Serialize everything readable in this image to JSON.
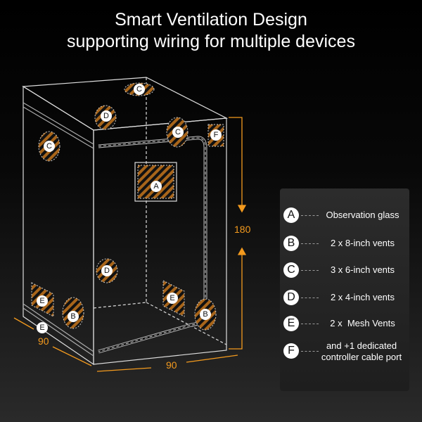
{
  "header": {
    "line1": "Smart Ventilation Design",
    "line2": "supporting wiring for multiple devices"
  },
  "dimensions": {
    "height": "180",
    "depth": "90",
    "width": "90"
  },
  "colors": {
    "accent": "#f39a1e",
    "stripe": "#a8651a"
  },
  "legend": [
    {
      "key": "A",
      "text": "Observation glass"
    },
    {
      "key": "B",
      "text": "2 x 8-inch vents"
    },
    {
      "key": "C",
      "text": "3 x 6-inch vents"
    },
    {
      "key": "D",
      "text": "2 x 4-inch vents"
    },
    {
      "key": "E",
      "text": "2 x  Mesh Vents"
    },
    {
      "key": "F",
      "text": "and +1 dedicated controller cable port"
    }
  ]
}
